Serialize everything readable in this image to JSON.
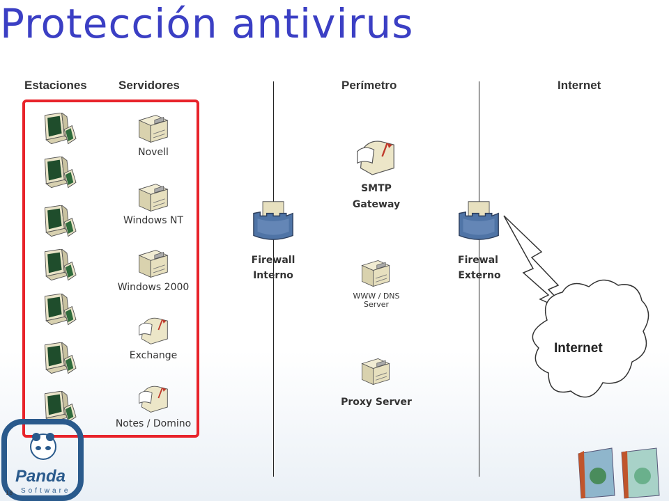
{
  "title": "Protección antivirus",
  "columns": {
    "estaciones": "Estaciones",
    "servidores": "Servidores",
    "perimetro": "Perímetro",
    "internet": "Internet"
  },
  "servers": [
    "Novell",
    "Windows NT",
    "Windows 2000",
    "Exchange",
    "Notes / Domino"
  ],
  "perimeter": {
    "smtp_line1": "SMTP",
    "smtp_line2": "Gateway",
    "fw_int_line1": "Firewall",
    "fw_int_line2": "Interno",
    "www_line1": "WWW / DNS",
    "www_line2": "Server",
    "proxy": "Proxy Server",
    "fw_ext_line1": "Firewal",
    "fw_ext_line2": "Externo"
  },
  "cloud_label": "Internet",
  "logo": {
    "brand": "Panda",
    "sub": "Software"
  },
  "page_number": "18",
  "colors": {
    "title": "#3b3fc4",
    "highlight": "#e8232a",
    "logo": "#2a5a8c"
  }
}
